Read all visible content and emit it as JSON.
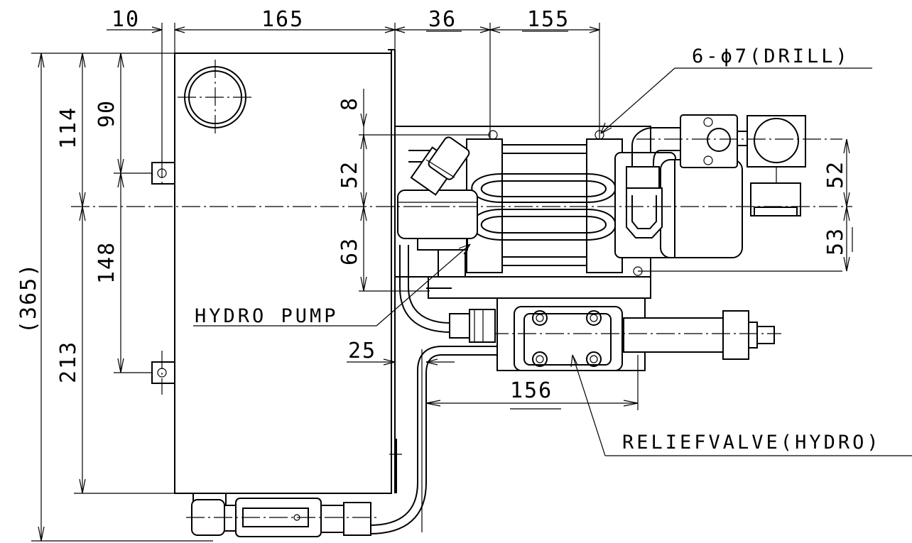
{
  "dimensions": {
    "top": {
      "d10": "10",
      "d165": "165",
      "d36": "36",
      "d155": "155"
    },
    "left": {
      "d365": "(365)",
      "d114": "114",
      "d90": "90",
      "d148": "148",
      "d213": "213"
    },
    "inner": {
      "d8": "8",
      "d52": "52",
      "d63": "63",
      "d25": "25",
      "d156": "156"
    },
    "right": {
      "d52": "52",
      "d53": "53"
    }
  },
  "labels": {
    "hydro_pump": "HYDRO PUMP",
    "relief_valve": "RELIEFVALVE(HYDRO)",
    "drill_holes": "6-ϕ7(DRILL)"
  }
}
